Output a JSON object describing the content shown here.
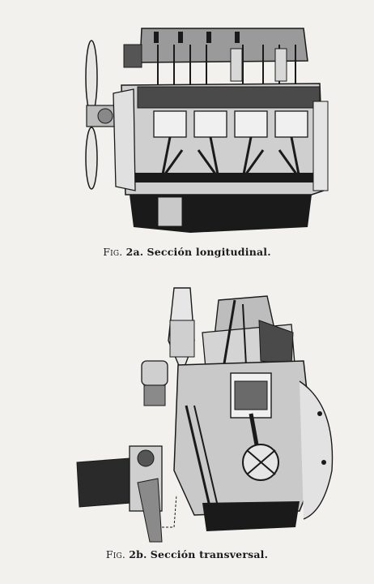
{
  "figures": [
    {
      "id": "fig-2a",
      "label": "Fig.",
      "number": "2a.",
      "title": "Sección longitudinal."
    },
    {
      "id": "fig-2b",
      "label": "Fig.",
      "number": "2b.",
      "title": "Sección transversal."
    }
  ],
  "colors": {
    "ink": "#1a1a1a",
    "paper": "#f3f1ee",
    "midtone": "#8a8a8a",
    "lighttone": "#c9c9c9"
  }
}
